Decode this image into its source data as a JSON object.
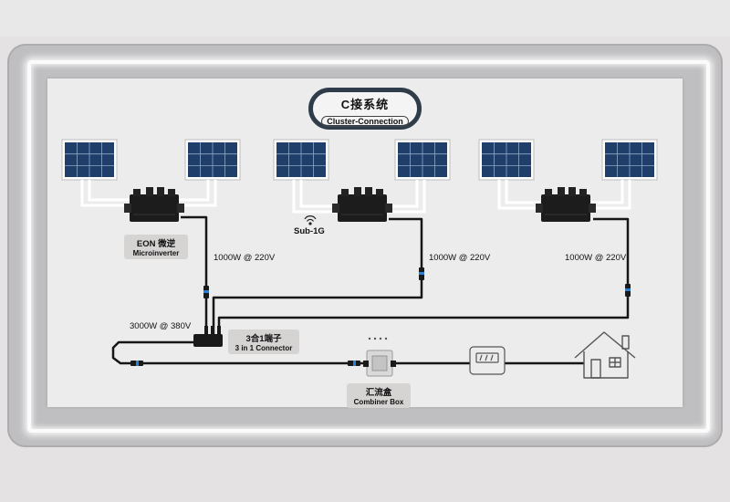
{
  "title": {
    "chinese": "C接系统",
    "english": "Cluster-Connection"
  },
  "microinverter_label": {
    "chinese": "EON 微逆",
    "english": "Microinverter"
  },
  "sub1g_label": "Sub-1G",
  "power_labels": [
    "1000W @ 220V",
    "1000W @ 220V",
    "1000W @ 220V"
  ],
  "total_power_label": "3000W @ 380V",
  "connector_label": {
    "chinese": "3合1端子",
    "english": "3 in 1 Connector"
  },
  "combiner_label": {
    "chinese": "汇流盒",
    "english": "Combiner Box"
  },
  "icons": [
    "solar-panel-icon",
    "microinverter-icon",
    "wifi-icon",
    "combiner-box-icon",
    "meter-icon",
    "house-icon"
  ],
  "colors": {
    "cable": "#161616",
    "panel_cell": "#1f3f6a",
    "badge_border": "#2f3c4a",
    "connector_accent": "#2a7fd4"
  }
}
